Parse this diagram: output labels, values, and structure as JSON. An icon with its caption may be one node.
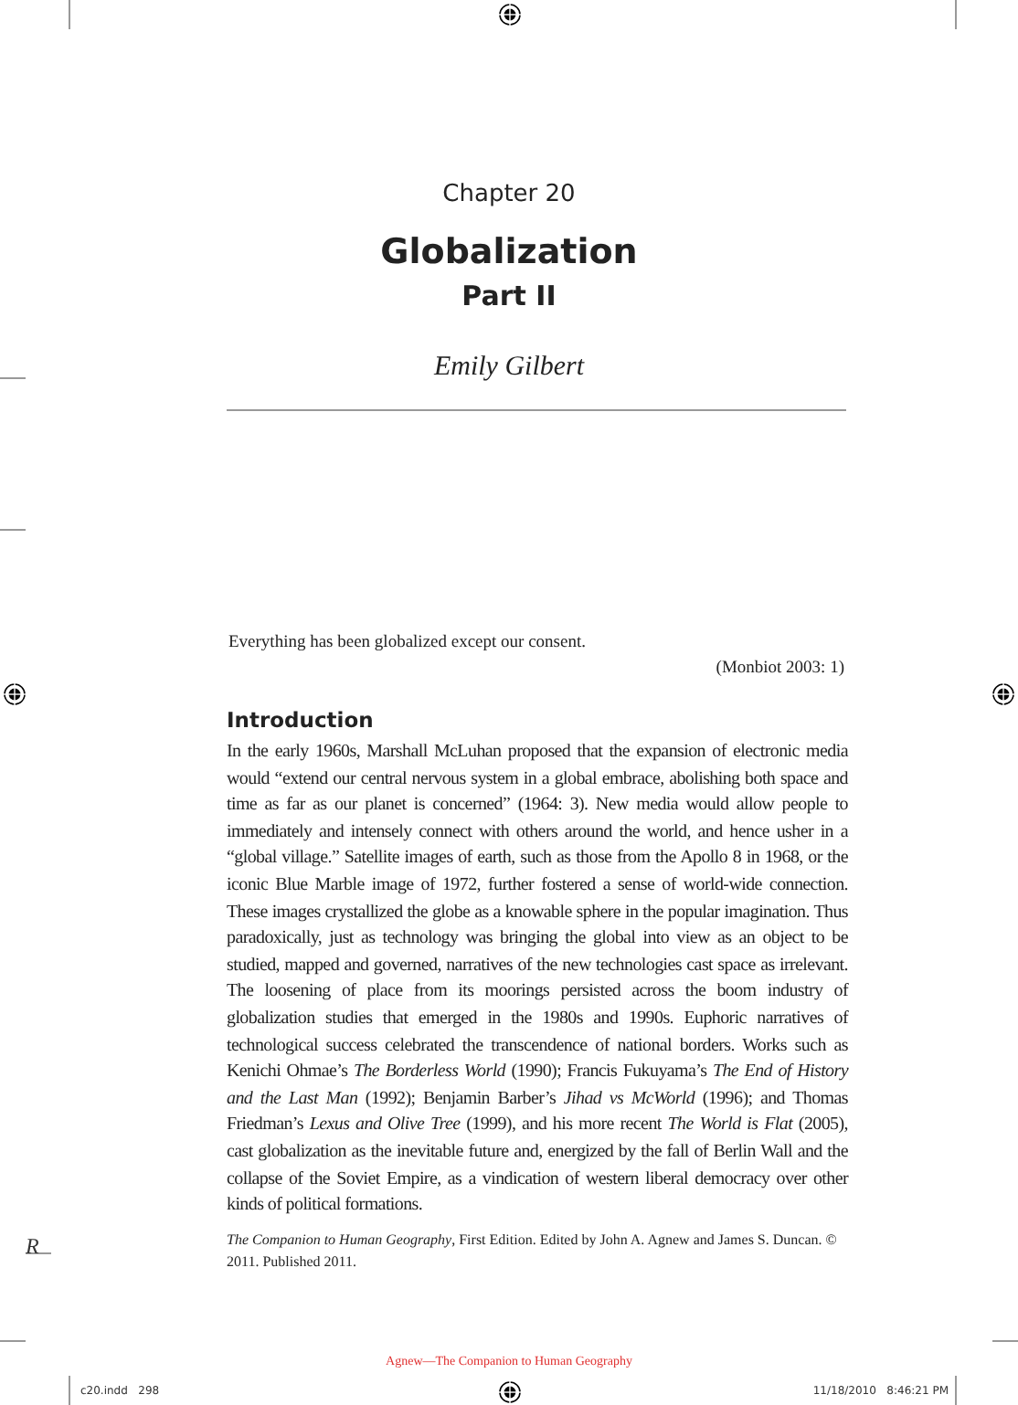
{
  "diagram": {
    "title": "Globalization",
    "labels": [
      "Chapter 20",
      "Part II",
      "Emily Gilbert",
      "Everything has been globalized except our consent.",
      "(Monbiot 2003: 1)",
      "Introduction",
      "In the early 1960s, Marshall McLuhan proposed that the expansion of electronic media would “extend our central nervous system in a global embrace, abolishing both space and time as far as our planet is concerned” (1964: 3). New media would allow people to immediately and intensely connect with others around the world, and hence usher in a “global village.” Satellite images of earth, such as those from the Apollo 8 in 1968, or the iconic Blue Marble image of 1972, further fostered a sense of world-wide connection. These images crystallized the globe as a knowable sphere in the popular imagination. Thus paradoxically, just as technology was bringing the global into view as an object to be studied, mapped and governed, narratives of the new technologies cast space as irrelevant. The loosening of place from its moorings persisted across the boom industry of globalization studies that emerged in the 1980s and 1990s. Euphoric narratives of technological success celebrated the transcendence of national borders. Works such as Kenichi Ohmae’s *The Borderless World* (1990); Francis Fukuyama’s *The End of History and the Last Man* (1992); Benjamin Barber’s *Jihad vs McWorld* (1996); and Thomas Friedman’s *Lexus and Olive Tree* (1999), and his more recent *The World is Flat* (2005), cast globalization as the inevitable future and, energized by the fall of Berlin Wall and the collapse of the Soviet Empire, as a vindication of western liberal democracy over other kinds of political formations.",
      "R",
      "*The Companion to Human Geography*, First Edition. Edited by John A. Agnew and James S. Duncan. © 2011. Published 2011.",
      "Agnew—The Companion to Human Geography",
      "c20.indd   298",
      "11/18/2010   8:46:21 PM"
    ]
  }
}
